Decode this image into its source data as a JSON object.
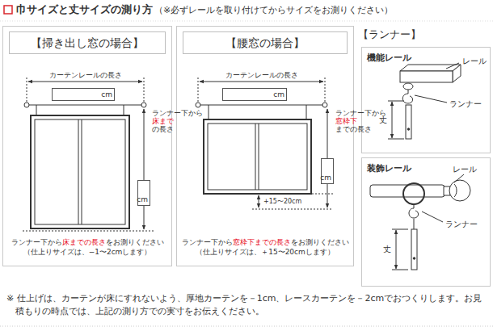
{
  "diagram": {
    "title": "巾サイズと丈サイズの測り方",
    "nodes": [
      {
        "text": [
          "【掃き出し窓の場合】"
        ]
      },
      {
        "text": [
          "cm"
        ],
        "in": 0
      },
      {
        "text": [
          "cm"
        ],
        "in": 0
      },
      {
        "text": [
          "【腰窓の場合】"
        ]
      },
      {
        "text": [
          "cm"
        ],
        "in": 3
      },
      {
        "text": [
          "cm"
        ],
        "in": 3
      },
      {
        "text": [
          "機能レール"
        ]
      },
      {
        "text": [
          "装飾レール"
        ]
      }
    ],
    "labels": [
      "（※必ずレールを取り付けてからサイズをお測りください）",
      "カーテンレールの長さ",
      "ランナー下から",
      "床まで",
      "の長さ",
      "ランナー下から",
      "床までの長さ",
      "をお測りください",
      "（仕上りサイズは、−1〜2cmします）",
      "カーテンレールの長さ",
      "ランナー下から",
      "窓枠下",
      "までの長さ",
      "+15〜20cm",
      "ランナー下から",
      "窓枠下までの長さ",
      "をお測りください",
      "（仕上りサイズは、＋15〜20cmします）",
      "【ランナー】",
      "レール",
      "ランナー",
      "丈",
      "レール",
      "ランナー",
      "丈",
      "※ 仕上げは、カーテンが床にすれないよう、厚地カーテンを－1cm、レースカーテンを－2cmでおつくりします。お見積もりの時点では、上記の測り方での実寸をお伝えください。"
    ]
  }
}
